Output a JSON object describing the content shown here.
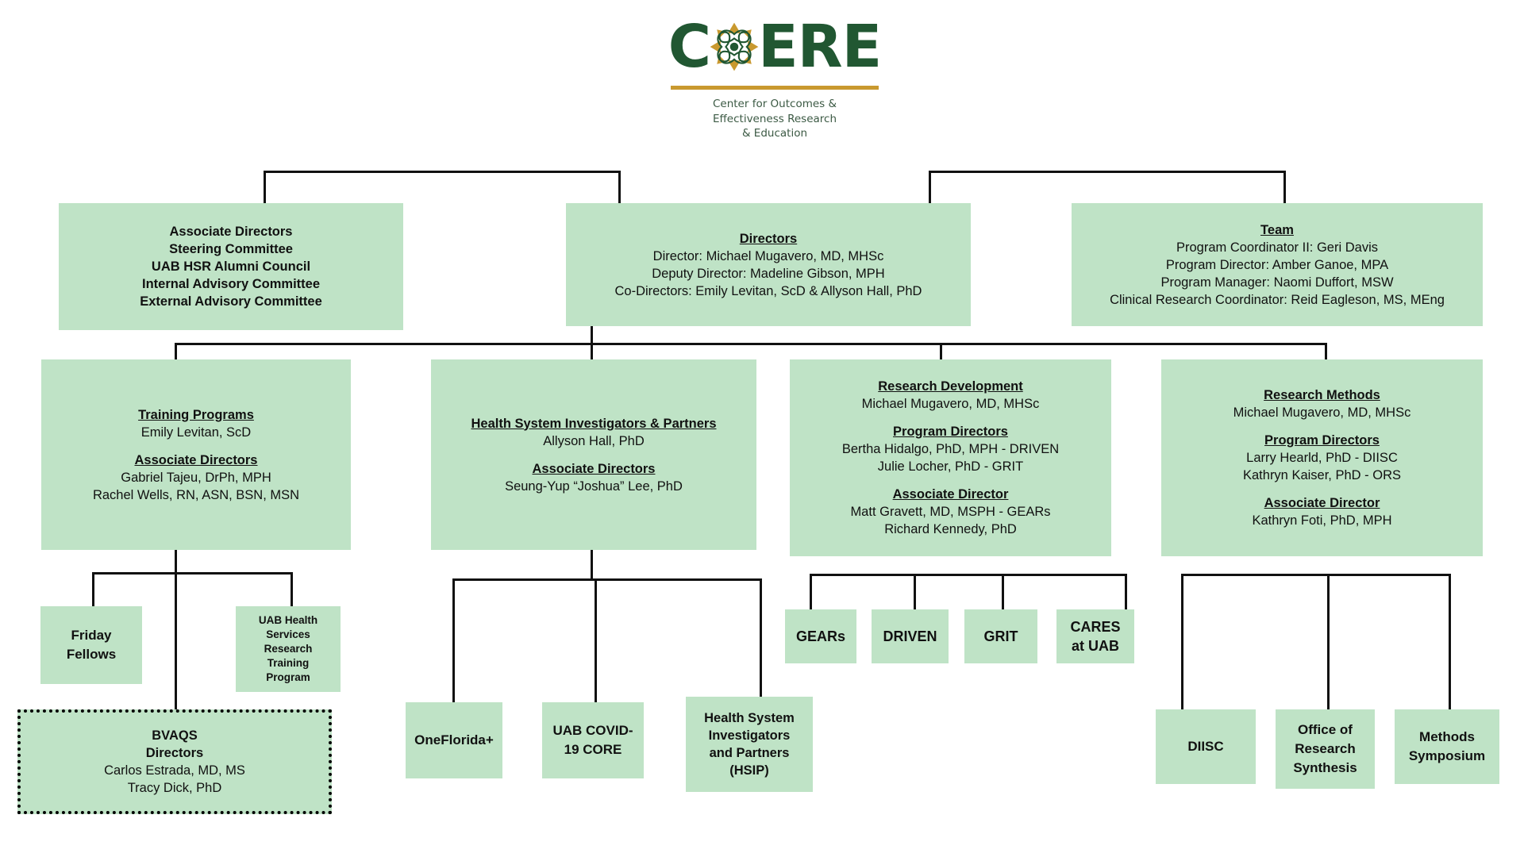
{
  "logo": {
    "letters_left": "C",
    "ornament": "core-ornament-icon",
    "letters_right": "ERE",
    "tagline_line1": "Center for Outcomes &",
    "tagline_line2": "Effectiveness Research",
    "tagline_line3": "& Education",
    "green": "#215732",
    "gold": "#c9992f"
  },
  "theme": {
    "box_fill": "#bfe3c6",
    "line_color": "#111111",
    "text_color": "#111111"
  },
  "nodes": {
    "advisory": {
      "l1": "Associate Directors",
      "l2": "Steering Committee",
      "l3": "UAB HSR Alumni Council",
      "l4": "Internal Advisory Committee",
      "l5": "External Advisory Committee"
    },
    "directors": {
      "heading": "Directors",
      "l1": "Director: Michael Mugavero, MD, MHSc",
      "l2": "Deputy Director: Madeline Gibson, MPH",
      "l3": "Co-Directors: Emily Levitan, ScD & Allyson Hall, PhD"
    },
    "team": {
      "heading": "Team",
      "l1": "Program Coordinator II: Geri Davis",
      "l2": "Program Director: Amber Ganoe, MPA",
      "l3": "Program Manager: Naomi Duffort, MSW",
      "l4": "Clinical Research Coordinator: Reid Eagleson, MS, MEng"
    },
    "training": {
      "heading": "Training Programs",
      "lead": "Emily Levitan, ScD",
      "sub_heading": "Associate Directors",
      "l1": "Gabriel Tajeu, DrPh, MPH",
      "l2": "Rachel Wells, RN, ASN, BSN, MSN"
    },
    "hsip_parent": {
      "heading": "Health System Investigators & Partners",
      "lead": "Allyson Hall, PhD",
      "sub_heading": "Associate Directors",
      "l1": "Seung-Yup “Joshua” Lee, PhD"
    },
    "research_dev": {
      "heading": "Research Development",
      "lead": "Michael Mugavero, MD, MHSc",
      "sub_heading_1": "Program Directors",
      "pd1": "Bertha Hidalgo, PhD, MPH - DRIVEN",
      "pd2": "Julie Locher, PhD - GRIT",
      "sub_heading_2": "Associate Director",
      "ad1": "Matt Gravett, MD, MSPH - GEARs",
      "ad2": "Richard Kennedy, PhD"
    },
    "research_methods": {
      "heading": "Research Methods",
      "lead": "Michael Mugavero, MD, MHSc",
      "sub_heading_1": "Program Directors",
      "pd1": "Larry Hearld, PhD - DIISC",
      "pd2": "Kathryn Kaiser, PhD - ORS",
      "sub_heading_2": "Associate Director",
      "ad1": "Kathryn Foti, PhD, MPH"
    },
    "friday_fellows": {
      "l1": "Friday",
      "l2": "Fellows"
    },
    "hsrtp": {
      "l1": "UAB Health",
      "l2": "Services",
      "l3": "Research",
      "l4": "Training",
      "l5": "Program"
    },
    "bvaqs": {
      "title": "BVAQS",
      "subtitle": "Directors",
      "l1": "Carlos Estrada, MD, MS",
      "l2": "Tracy Dick, PhD"
    },
    "onefloridaplus": {
      "l1": "OneFlorida+"
    },
    "uab_covid": {
      "l1": "UAB COVID-",
      "l2": "19 CORE"
    },
    "hsip_child": {
      "l1": "Health System",
      "l2": "Investigators",
      "l3": "and Partners",
      "l4": "(HSIP)"
    },
    "gears": {
      "l1": "GEARs"
    },
    "driven": {
      "l1": "DRIVEN"
    },
    "grit": {
      "l1": "GRIT"
    },
    "cares": {
      "l1": "CARES",
      "l2": "at UAB"
    },
    "diisc": {
      "l1": "DIISC"
    },
    "ors": {
      "l1": "Office of",
      "l2": "Research",
      "l3": "Synthesis"
    },
    "methods_symposium": {
      "l1": "Methods",
      "l2": "Symposium"
    }
  }
}
